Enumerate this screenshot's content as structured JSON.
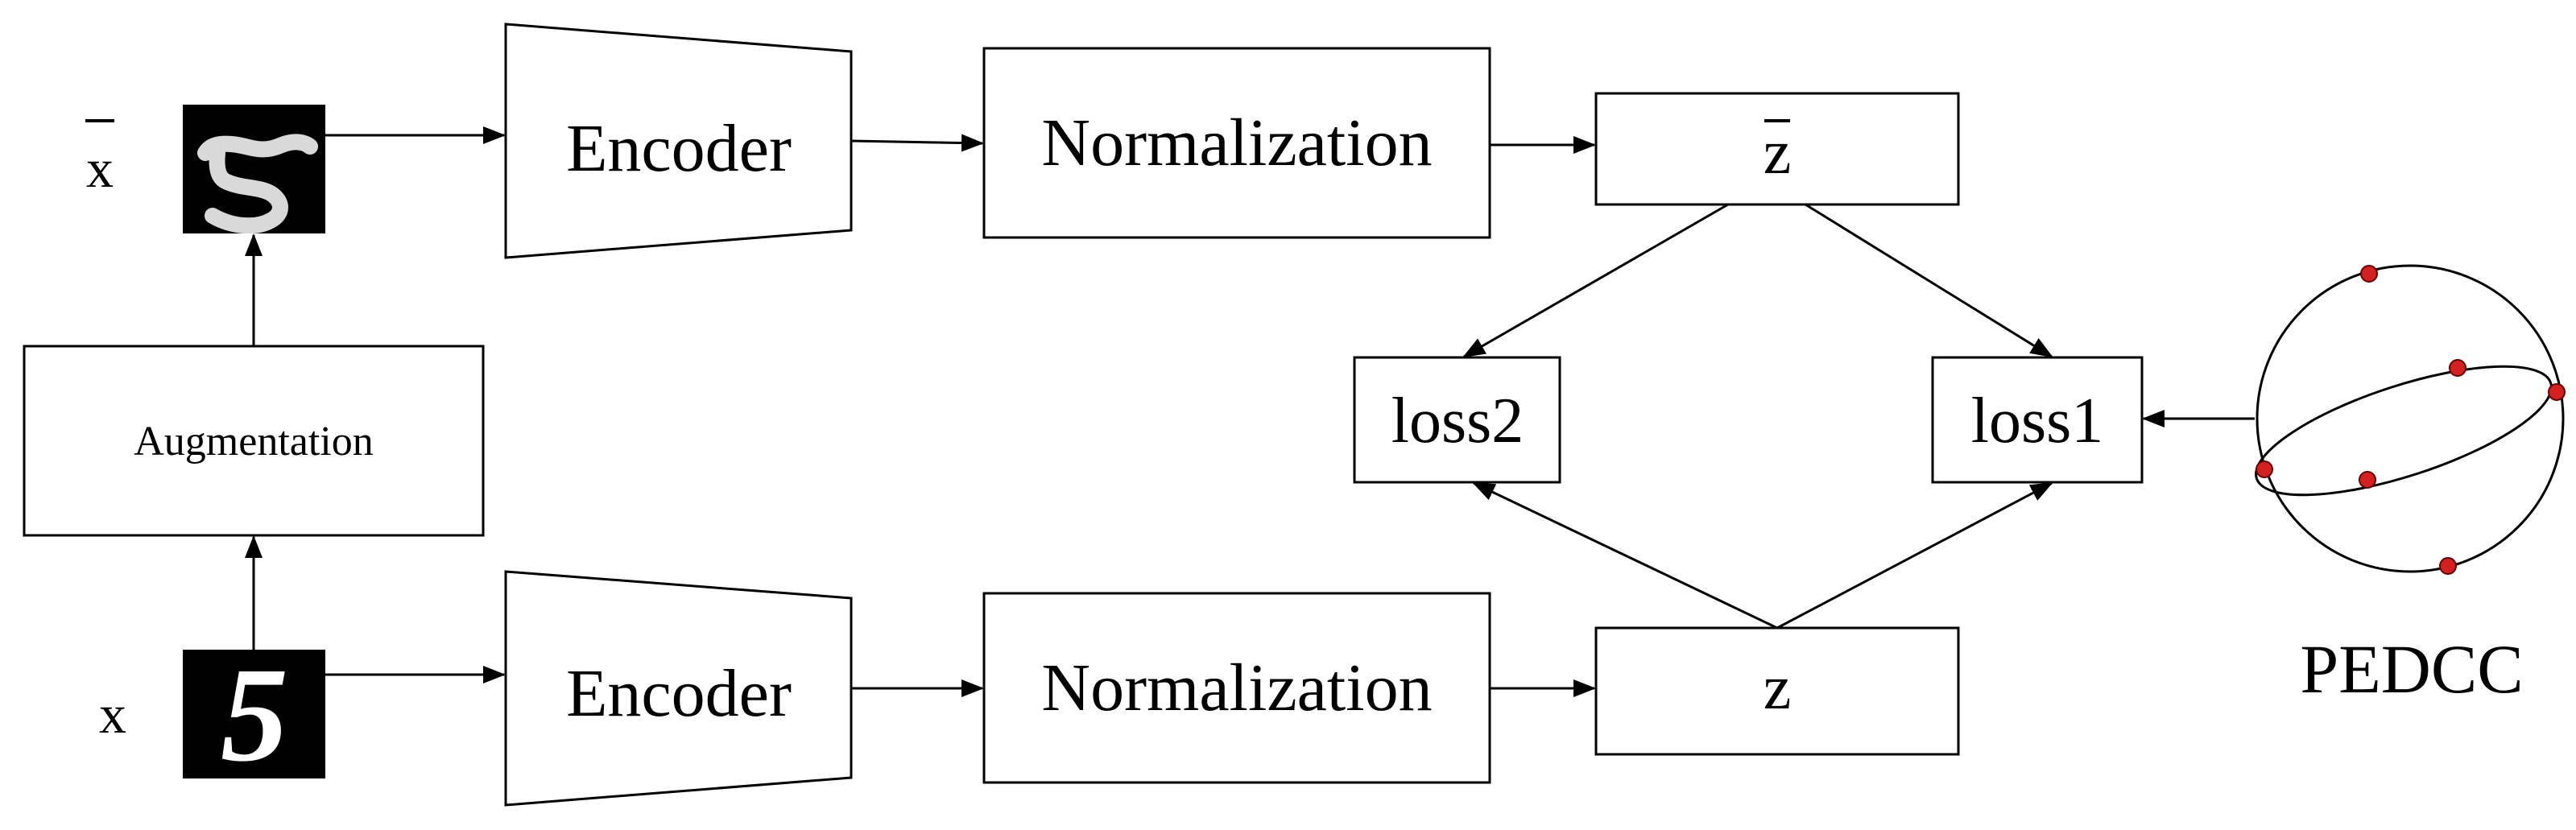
{
  "inputs": {
    "augmented_label": "x",
    "original_label": "x",
    "digit_glyph": "5"
  },
  "augmentation": {
    "label": "Augmentation"
  },
  "top_branch": {
    "encoder_label": "Encoder",
    "normalization_label": "Normalization",
    "output_label": "z"
  },
  "bottom_branch": {
    "encoder_label": "Encoder",
    "normalization_label": "Normalization",
    "output_label": "z"
  },
  "losses": {
    "loss1": "loss1",
    "loss2": "loss2"
  },
  "pedcc": {
    "label": "PEDCC",
    "point_color": "#d32020"
  }
}
